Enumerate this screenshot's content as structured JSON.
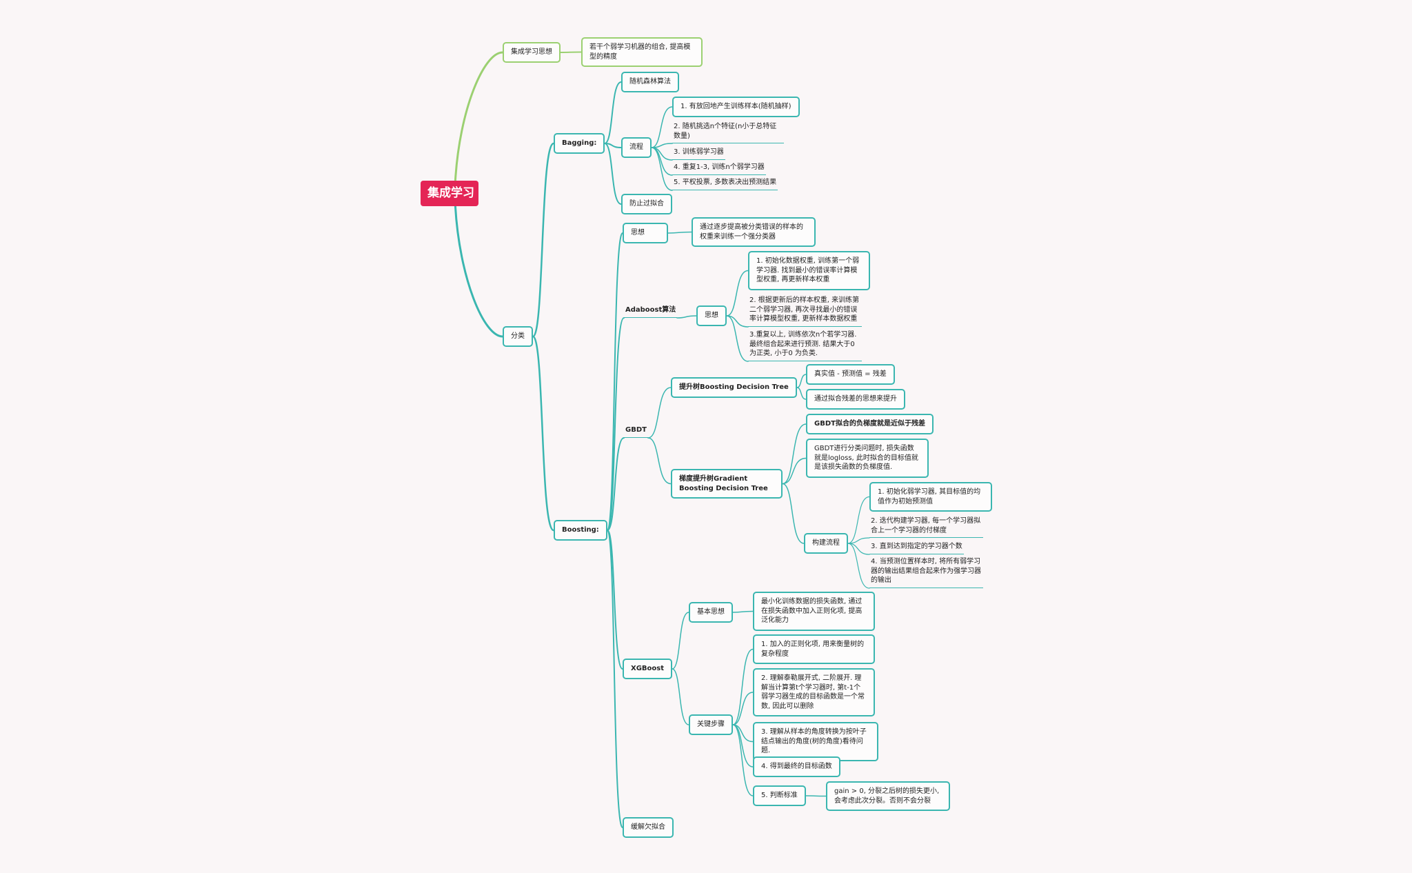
{
  "mindmap": {
    "root": "集成学习",
    "idea": {
      "label": "集成学习思想",
      "detail": "若干个弱学习机器的组合, 提高模型的精度"
    },
    "classify": "分类",
    "bagging": {
      "label": "Bagging:",
      "rf": "随机森林算法",
      "flow": "流程",
      "steps": [
        "1. 有放回地产生训练样本(随机抽样)",
        "2. 随机挑选n个特征(n小于总特征数量)",
        "3. 训练弱学习器",
        "4. 重复1-3, 训练n个弱学习器",
        "5. 平权投票, 多数表决出预测结果"
      ],
      "overfit": "防止过拟合"
    },
    "boosting": {
      "label": "Boosting:",
      "idea": "思想",
      "idea_detail": "通过逐步提高被分类错误的样本的权重来训练一个强分类器",
      "adaboost": {
        "label": "Adaboost算法",
        "idea": "思想",
        "steps": [
          "1. 初始化数据权重, 训练第一个弱学习器. 找到最小的错误率计算模型权重, 再更新样本权重",
          "2. 根据更新后的样本权重, 来训练第二个弱学习器, 再次寻找最小的错误率计算模型权重, 更新样本数据权重",
          "3.重复以上, 训练依次n个若学习器. 最终组合起来进行预测. 结果大于0 为正类, 小于0 为负类."
        ]
      },
      "gbdt": {
        "label": "GBDT",
        "bdt": {
          "label": "提升树Boosting Decision Tree",
          "items": [
            "真实值 - 预测值 = 残差",
            "通过拟合残差的思想来提升"
          ]
        },
        "gb": {
          "label": "梯度提升树Gradient Boosting Decision Tree",
          "items": [
            "GBDT拟合的负梯度就是近似于残差",
            "GBDT进行分类问题时, 损失函数就是logloss, 此时拟合的目标值就是该损失函数的负梯度值."
          ],
          "build": {
            "label": "构建流程",
            "steps": [
              "1. 初始化弱学习器, 其目标值的均值作为初始预测值",
              "2. 迭代构建学习器, 每一个学习器拟合上一个学习器的付梯度",
              "3. 直到达到指定的学习器个数",
              "4. 当预测位置样本时, 将所有弱学习器的输出结果组合起来作为强学习器的输出"
            ]
          }
        }
      },
      "xgboost": {
        "label": "XGBoost",
        "basic": "基本思想",
        "basic_detail": "最小化训练数据的损失函数, 通过在损失函数中加入正则化项, 提高泛化能力",
        "key": "关键步骤",
        "steps": [
          "1. 加入的正则化项, 用来衡量树的复杂程度",
          "2. 理解泰勒展开式, 二阶展开. 理解当计算第t个学习器时, 第t-1个弱学习器生成的目标函数是一个常数, 因此可以删除",
          "3. 理解从样本的角度转换为按叶子结点输出的角度(树的角度)看待问题.",
          "4. 得到最终的目标函数",
          "5. 判断标准"
        ],
        "gain": "gain > 0, 分裂之后树的损失更小, 会考虑此次分裂。否则不会分裂"
      },
      "underfit": "缓解欠拟合"
    }
  }
}
